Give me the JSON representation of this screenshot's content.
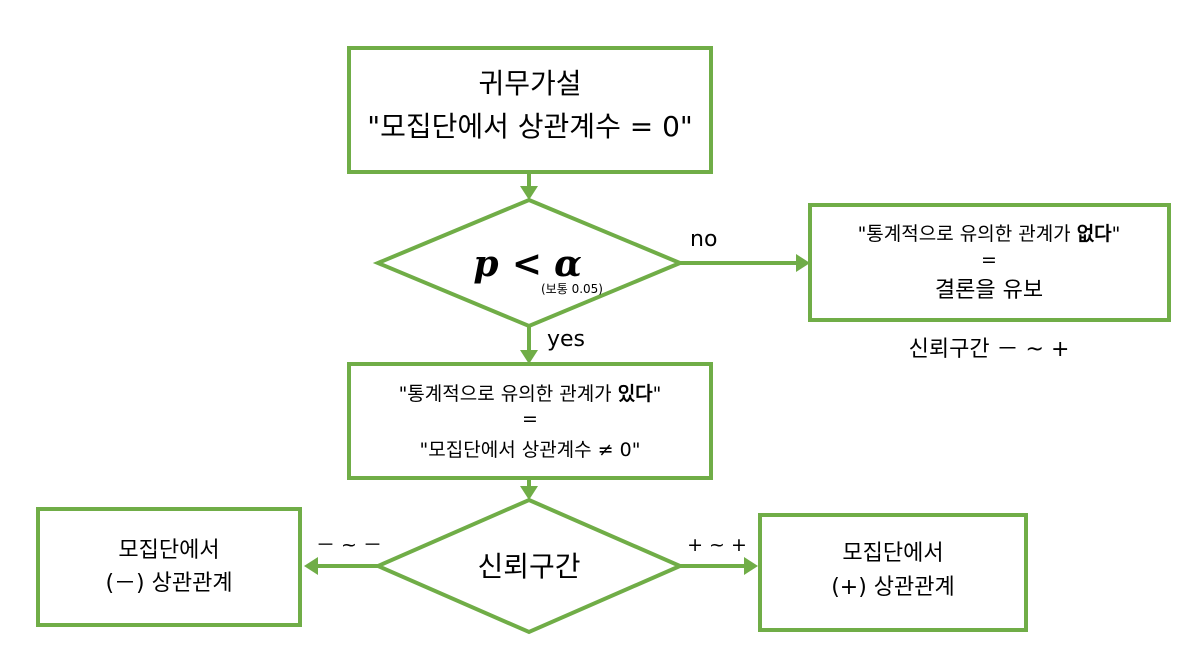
{
  "colors": {
    "box_border": "#70ad47",
    "connector": "#70ad47",
    "text": "#222222",
    "background": "#ffffff"
  },
  "null_hypothesis": {
    "line1": "귀무가설",
    "line2": "\"모집단에서 상관계수 = 0\""
  },
  "decision": {
    "p": "p",
    "less_than": "<",
    "alpha": "α",
    "note": "(보통 0.05)"
  },
  "edge_labels": {
    "no": "no",
    "yes": "yes",
    "negative_range": "－ ~ －",
    "positive_range": "+ ~ +"
  },
  "not_significant": {
    "line1_prefix": "\"통계적으로 유의한 관계가 ",
    "line1_bold": "없다",
    "line1_suffix": "\"",
    "line2": "=",
    "line3": "결론을 유보"
  },
  "ci_note": "신뢰구간 － ~ +",
  "significant": {
    "line1_prefix": "\"통계적으로 유의한 관계가 ",
    "line1_bold": "있다",
    "line1_suffix": "\"",
    "line2": "=",
    "line3": "\"모집단에서 상관계수 ≠ 0\""
  },
  "ci_decision": {
    "label": "신뢰구간"
  },
  "negative_result": {
    "line1": "모집단에서",
    "line2": "(－) 상관관계"
  },
  "positive_result": {
    "line1": "모집단에서",
    "line2": "(+) 상관관계"
  }
}
